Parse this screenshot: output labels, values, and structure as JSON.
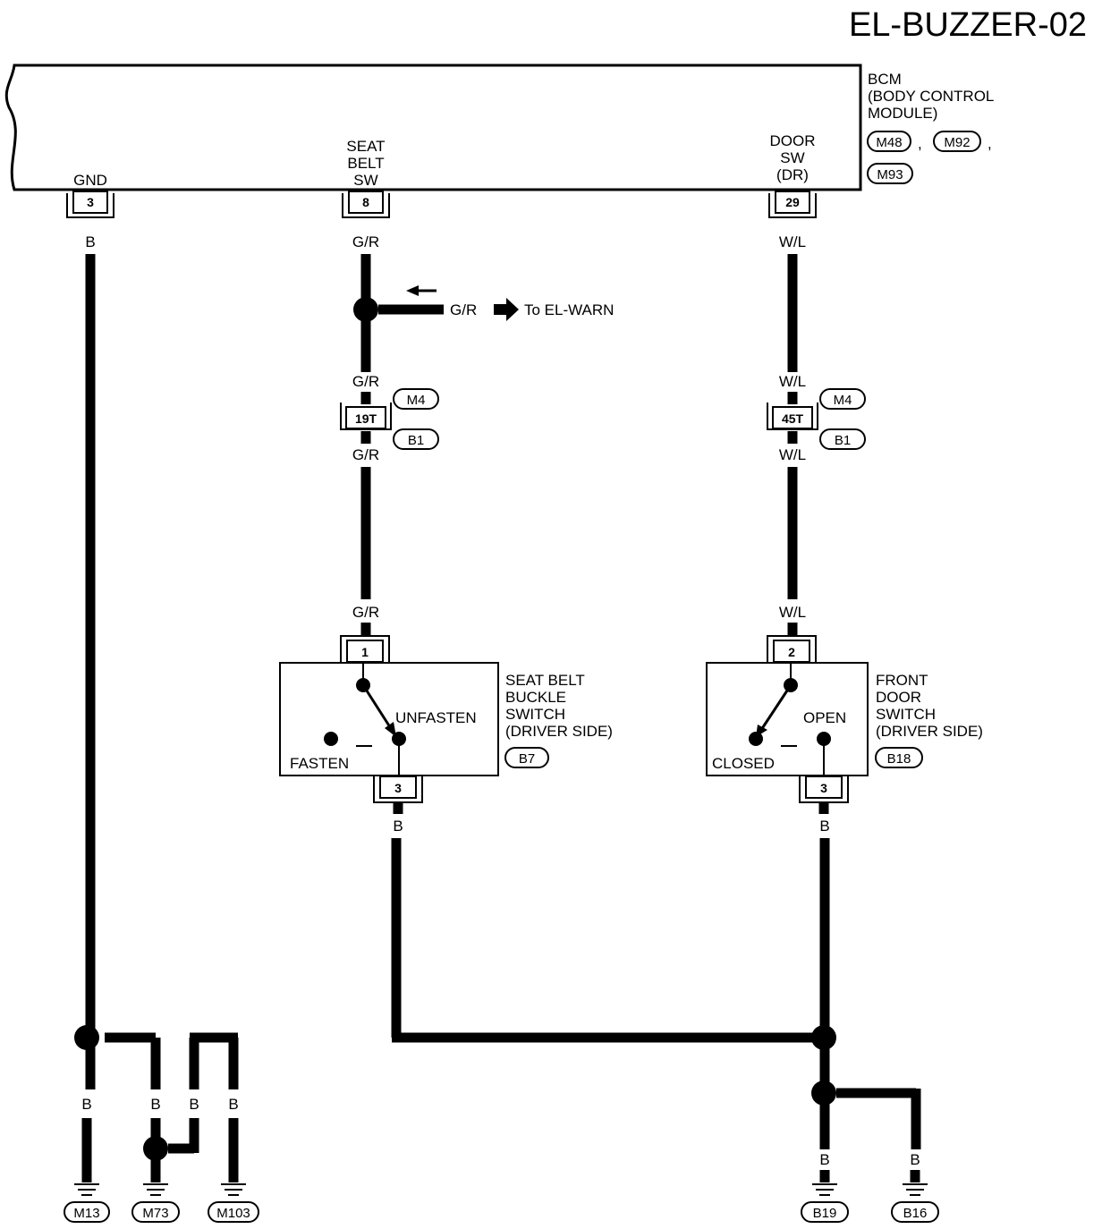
{
  "title": "EL-BUZZER-02",
  "bcm": {
    "name_lines": [
      "BCM",
      "(BODY CONTROL",
      "MODULE)"
    ],
    "connectors": [
      "M48",
      "M92",
      "M93"
    ],
    "separators": [
      ",",
      ","
    ],
    "terminals": {
      "gnd": {
        "label_lines": [
          "GND"
        ],
        "pin": "3"
      },
      "seat_belt_sw": {
        "label_lines": [
          "SEAT",
          "BELT",
          "SW"
        ],
        "pin": "8"
      },
      "door_sw": {
        "label_lines": [
          "DOOR",
          "SW",
          "(DR)"
        ],
        "pin": "29"
      }
    }
  },
  "wire_colors": {
    "gnd": "B",
    "seat_belt": "G/R",
    "door": "W/L"
  },
  "splice": {
    "color": "G/R",
    "to": "To EL-WARN"
  },
  "joint_connectors": {
    "seat_belt": {
      "pin": "19T",
      "upper": "M4",
      "lower": "B1"
    },
    "door": {
      "pin": "45T",
      "upper": "M4",
      "lower": "B1"
    }
  },
  "seat_belt_switch": {
    "name_lines": [
      "SEAT BELT",
      "BUCKLE",
      "SWITCH",
      "(DRIVER SIDE)"
    ],
    "connector": "B7",
    "pin_top": "1",
    "pin_bottom": "3",
    "state_a": "UNFASTEN",
    "state_b": "FASTEN"
  },
  "door_switch": {
    "name_lines": [
      "FRONT",
      "DOOR",
      "SWITCH",
      "(DRIVER SIDE)"
    ],
    "connector": "B18",
    "pin_top": "2",
    "pin_bottom": "3",
    "state_a": "OPEN",
    "state_b": "CLOSED"
  },
  "grounds": [
    "M13",
    "M73",
    "M103",
    "B19",
    "B16"
  ],
  "ground_wire_color": "B"
}
